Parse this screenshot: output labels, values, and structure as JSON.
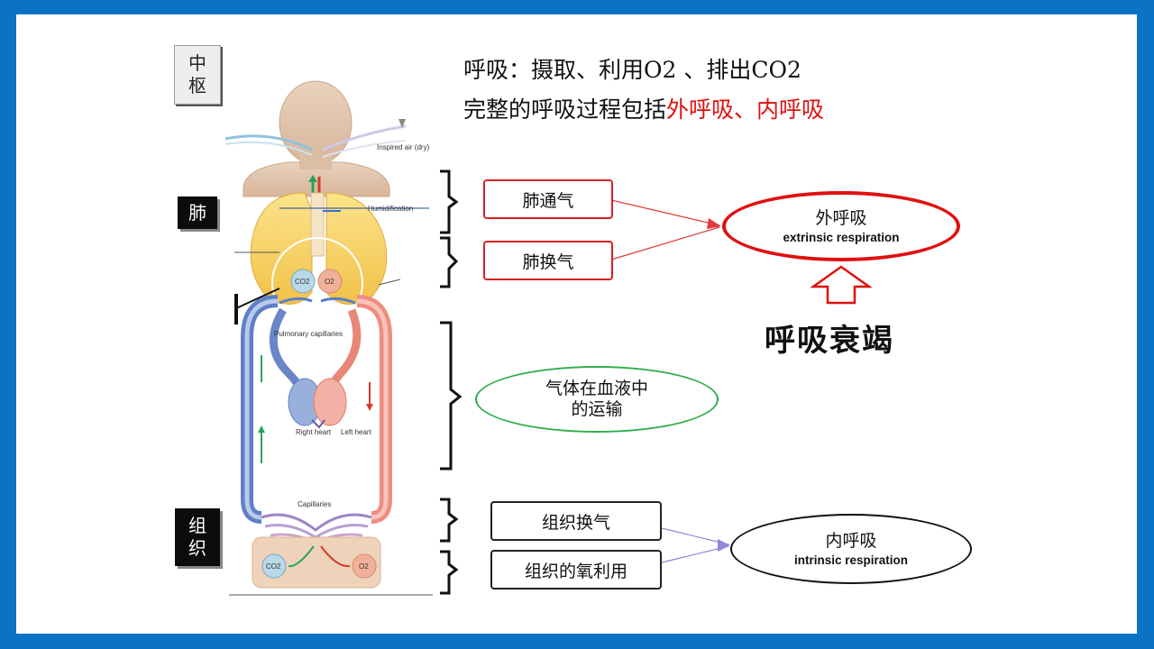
{
  "header": {
    "line1": "呼吸：摄取、利用O2 、排出CO2",
    "line2_prefix": "完整的呼吸过程包括",
    "line2_highlight": "外呼吸、内呼吸"
  },
  "side_labels": {
    "center": "中\n枢",
    "lung": "肺",
    "tissue": "组\n织"
  },
  "illustration": {
    "inspired_air": "Inspired air (dry)",
    "humidification": "Humidification",
    "co2": "CO2",
    "o2": "O2",
    "pulmonary_capillaries": "Pulmonary capillaries",
    "right_heart": "Right heart",
    "left_heart": "Left heart",
    "capillaries": "Capillaries"
  },
  "boxes": {
    "lung_ventilation": "肺通气",
    "lung_exchange": "肺换气",
    "gas_transport_line1": "气体在血液中",
    "gas_transport_line2": "的运输",
    "tissue_exchange": "组织换气",
    "tissue_oxygen_use": "组织的氧利用"
  },
  "outcomes": {
    "external_cn": "外呼吸",
    "external_en": "extrinsic respiration",
    "internal_cn": "内呼吸",
    "internal_en": "intrinsic respiration",
    "failure": "呼吸衰竭"
  },
  "colors": {
    "frame_blue": "#0a73c4",
    "accent_red": "#e01010",
    "green_oval": "#2fae4a",
    "arrow_blue": "#8f88d8"
  }
}
